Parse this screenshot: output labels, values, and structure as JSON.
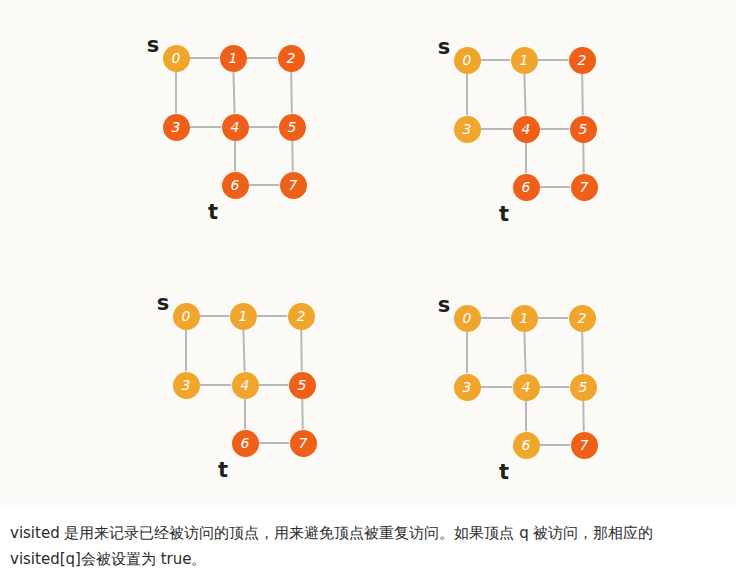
{
  "diagram": {
    "caption": "visited 是用来记录已经被访问的顶点，用来避免顶点被重复访问。如果顶点 q 被访问，那相应的 visited[q]会被设置为 true。",
    "nodes": [
      {
        "text": [
          "0"
        ]
      },
      {
        "text": [
          "1"
        ]
      },
      {
        "text": [
          "2"
        ]
      },
      {
        "text": [
          "3"
        ]
      },
      {
        "text": [
          "4"
        ]
      },
      {
        "text": [
          "5"
        ]
      },
      {
        "text": [
          "6"
        ]
      },
      {
        "text": [
          "7"
        ]
      },
      {
        "text": [
          "0"
        ]
      },
      {
        "text": [
          "1"
        ]
      },
      {
        "text": [
          "2"
        ]
      },
      {
        "text": [
          "3"
        ]
      },
      {
        "text": [
          "4"
        ]
      },
      {
        "text": [
          "5"
        ]
      },
      {
        "text": [
          "6"
        ]
      },
      {
        "text": [
          "7"
        ]
      },
      {
        "text": [
          "0"
        ]
      },
      {
        "text": [
          "1"
        ]
      },
      {
        "text": [
          "2"
        ]
      },
      {
        "text": [
          "3"
        ]
      },
      {
        "text": [
          "4"
        ]
      },
      {
        "text": [
          "5"
        ]
      },
      {
        "text": [
          "6"
        ]
      },
      {
        "text": [
          "7"
        ]
      },
      {
        "text": [
          "0"
        ]
      },
      {
        "text": [
          "1"
        ]
      },
      {
        "text": [
          "2"
        ]
      },
      {
        "text": [
          "3"
        ]
      },
      {
        "text": [
          "4"
        ]
      },
      {
        "text": [
          "5"
        ]
      },
      {
        "text": [
          "6"
        ]
      },
      {
        "text": [
          "7"
        ]
      }
    ],
    "edges": [
      {
        "from": 0,
        "to": 1,
        "arrow": "none"
      },
      {
        "from": 1,
        "to": 2,
        "arrow": "none"
      },
      {
        "from": 0,
        "to": 3,
        "arrow": "none"
      },
      {
        "from": 1,
        "to": 4,
        "arrow": "none"
      },
      {
        "from": 2,
        "to": 5,
        "arrow": "none"
      },
      {
        "from": 3,
        "to": 4,
        "arrow": "none"
      },
      {
        "from": 4,
        "to": 5,
        "arrow": "none"
      },
      {
        "from": 4,
        "to": 6,
        "arrow": "none"
      },
      {
        "from": 5,
        "to": 7,
        "arrow": "none"
      },
      {
        "from": 6,
        "to": 7,
        "arrow": "none"
      },
      {
        "from": 8,
        "to": 9,
        "arrow": "none"
      },
      {
        "from": 9,
        "to": 10,
        "arrow": "none"
      },
      {
        "from": 8,
        "to": 11,
        "arrow": "none"
      },
      {
        "from": 9,
        "to": 12,
        "arrow": "none"
      },
      {
        "from": 10,
        "to": 13,
        "arrow": "none"
      },
      {
        "from": 11,
        "to": 12,
        "arrow": "none"
      },
      {
        "from": 12,
        "to": 13,
        "arrow": "none"
      },
      {
        "from": 12,
        "to": 14,
        "arrow": "none"
      },
      {
        "from": 13,
        "to": 15,
        "arrow": "none"
      },
      {
        "from": 14,
        "to": 15,
        "arrow": "none"
      },
      {
        "from": 16,
        "to": 17,
        "arrow": "none"
      },
      {
        "from": 17,
        "to": 18,
        "arrow": "none"
      },
      {
        "from": 16,
        "to": 19,
        "arrow": "none"
      },
      {
        "from": 17,
        "to": 20,
        "arrow": "none"
      },
      {
        "from": 18,
        "to": 21,
        "arrow": "none"
      },
      {
        "from": 19,
        "to": 20,
        "arrow": "none"
      },
      {
        "from": 20,
        "to": 21,
        "arrow": "none"
      },
      {
        "from": 20,
        "to": 22,
        "arrow": "none"
      },
      {
        "from": 21,
        "to": 23,
        "arrow": "none"
      },
      {
        "from": 22,
        "to": 23,
        "arrow": "none"
      },
      {
        "from": 24,
        "to": 25,
        "arrow": "none"
      },
      {
        "from": 25,
        "to": 26,
        "arrow": "none"
      },
      {
        "from": 24,
        "to": 27,
        "arrow": "none"
      },
      {
        "from": 25,
        "to": 28,
        "arrow": "none"
      },
      {
        "from": 26,
        "to": 29,
        "arrow": "none"
      },
      {
        "from": 27,
        "to": 28,
        "arrow": "none"
      },
      {
        "from": 28,
        "to": 29,
        "arrow": "none"
      },
      {
        "from": 28,
        "to": 30,
        "arrow": "none"
      },
      {
        "from": 29,
        "to": 31,
        "arrow": "none"
      },
      {
        "from": 30,
        "to": 31,
        "arrow": "none"
      }
    ],
    "labels": [
      "s",
      "t",
      "s",
      "t",
      "s",
      "t",
      "s",
      "t"
    ]
  }
}
